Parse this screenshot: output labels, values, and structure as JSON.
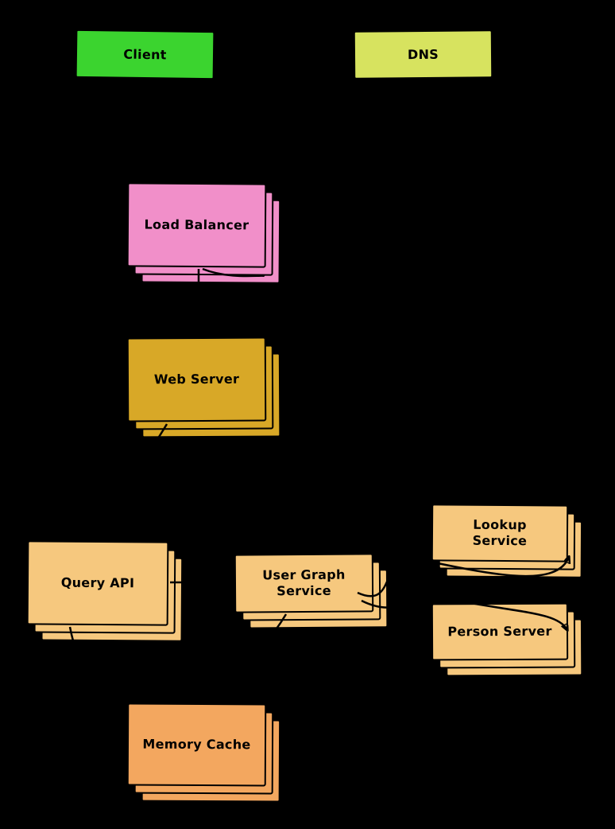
{
  "diagram": {
    "background_color": "#000000",
    "edge_color": "#000000",
    "nodes": [
      {
        "id": "client",
        "label": "Client",
        "color": "#3bd42f",
        "stacked": false
      },
      {
        "id": "dns",
        "label": "DNS",
        "color": "#d7e35f",
        "stacked": false
      },
      {
        "id": "load-balancer",
        "label": "Load Balancer",
        "color": "#f18fc9",
        "stacked": true
      },
      {
        "id": "web-server",
        "label": "Web Server",
        "color": "#d8a827",
        "stacked": true
      },
      {
        "id": "query-api",
        "label": "Query API",
        "color": "#f6c87e",
        "stacked": true
      },
      {
        "id": "user-graph-service",
        "label": "User Graph Service",
        "color": "#f6c87e",
        "stacked": true
      },
      {
        "id": "lookup-service",
        "label": "Lookup Service",
        "color": "#f6c87e",
        "stacked": true
      },
      {
        "id": "person-server",
        "label": "Person Server",
        "color": "#f6c87e",
        "stacked": true
      },
      {
        "id": "memory-cache",
        "label": "Memory Cache",
        "color": "#f3a75f",
        "stacked": true
      }
    ],
    "edges": [
      {
        "from": "Client",
        "to": "DNS"
      },
      {
        "from": "Client",
        "to": "Load Balancer"
      },
      {
        "from": "Load Balancer",
        "to": "Web Server"
      },
      {
        "from": "Web Server",
        "to": "Query API"
      },
      {
        "from": "Query API",
        "to": "User Graph Service"
      },
      {
        "from": "User Graph Service",
        "to": "Lookup Service"
      },
      {
        "from": "User Graph Service",
        "to": "Person Server"
      },
      {
        "from": "User Graph Service",
        "to": "Memory Cache"
      },
      {
        "from": "Query API",
        "to": "Memory Cache"
      }
    ]
  }
}
